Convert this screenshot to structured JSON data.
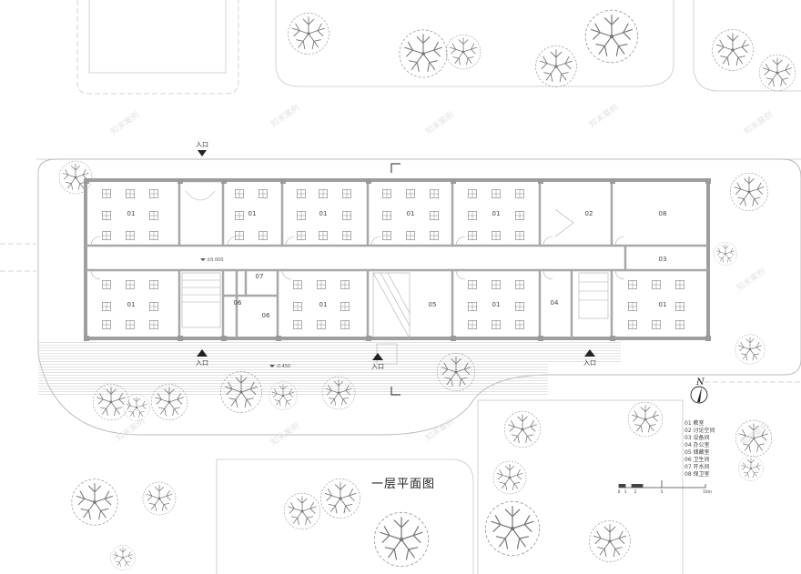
{
  "title": "一层平面图",
  "rooms": [
    {
      "key": "r1",
      "label": "01"
    },
    {
      "key": "r2",
      "label": "01"
    },
    {
      "key": "r3",
      "label": "01"
    },
    {
      "key": "r4",
      "label": "01"
    },
    {
      "key": "r5",
      "label": "01"
    },
    {
      "key": "r6",
      "label": "02"
    },
    {
      "key": "r7",
      "label": "08"
    },
    {
      "key": "r8",
      "label": "03"
    },
    {
      "key": "r9",
      "label": "01"
    },
    {
      "key": "r10",
      "label": "07"
    },
    {
      "key": "r11",
      "label": "06"
    },
    {
      "key": "r12",
      "label": "06"
    },
    {
      "key": "r13",
      "label": "01"
    },
    {
      "key": "r14",
      "label": "05"
    },
    {
      "key": "r15",
      "label": "01"
    },
    {
      "key": "r16",
      "label": "04"
    },
    {
      "key": "r17",
      "label": "01"
    }
  ],
  "entrances": [
    "入口",
    "入口",
    "入口",
    "入口"
  ],
  "levels": [
    "±0.000",
    "-0.450"
  ],
  "north": "N",
  "legend": [
    "01 教室",
    "02 讨论空间",
    "03 设备间",
    "04 办公室",
    "05 储藏室",
    "06 卫生间",
    "07 开水间",
    "08 保卫室"
  ],
  "scale_ticks": [
    "0",
    "1",
    "2",
    "5",
    "10m"
  ],
  "watermark": "知末案例"
}
